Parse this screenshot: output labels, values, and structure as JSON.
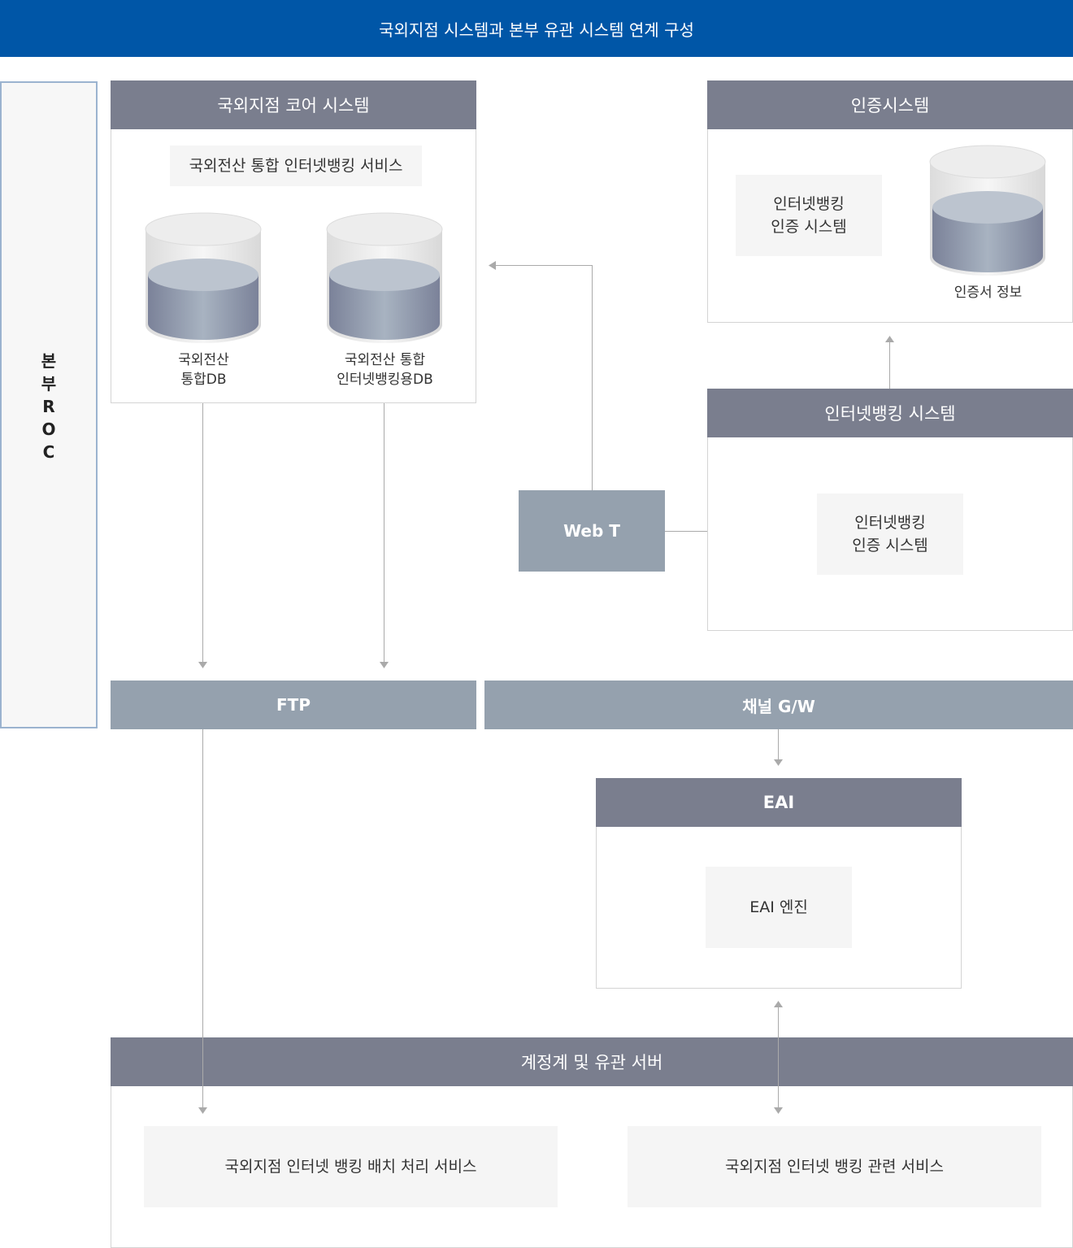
{
  "title": "국외지점 시스템과 본부 유관 시스템 연계 구성",
  "roc": {
    "label": "본\n부\nR\nO\nC"
  },
  "core": {
    "header": "국외지점 코어 시스템",
    "service": "국외전산 통합 인터넷뱅킹 서비스",
    "db1": "국외전산\n통합DB",
    "db2": "국외전산 통합\n인터넷뱅킹용DB"
  },
  "auth": {
    "header": "인증시스템",
    "box": "인터넷뱅킹\n인증 시스템",
    "db": "인증서 정보"
  },
  "ib": {
    "header": "인터넷뱅킹 시스템",
    "box": "인터넷뱅킹\n인증 시스템"
  },
  "webt": "Web T",
  "ftp": "FTP",
  "gw": "채널 G/W",
  "eai": {
    "header": "EAI",
    "engine": "EAI 엔진"
  },
  "ledger": {
    "header": "계정계 및 유관 서버",
    "batch": "국외지점 인터넷 뱅킹 배치 처리 서비스",
    "related": "국외지점 인터넷 뱅킹 관련 서비스"
  },
  "colors": {
    "banner": "#0056a7",
    "header": "#7a7e8e",
    "bar": "#95a1ae",
    "cylinder": "#8c93a8"
  }
}
